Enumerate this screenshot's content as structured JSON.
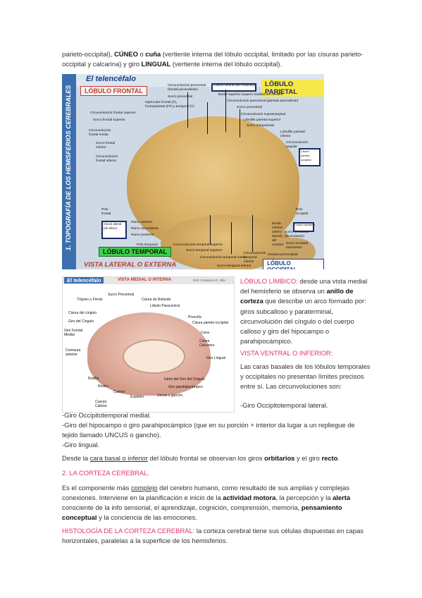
{
  "intro": {
    "t1": "parieto-occipital), ",
    "b1": "CÚNEO",
    "t2": " o ",
    "b2": "cuña",
    "t3": " (vertiente interna del lóbulo occipital, limitado por las cisuras parieto-occipital y calcarina) y giro ",
    "b3": "LINGUAL",
    "t4": " (vertiente interna del lóbulo occipital)."
  },
  "figure1": {
    "header": "El telencéfalo",
    "side_title": "1. TOPOGRAFÍA DE LOS HEMISFERIOS CEREBRALES",
    "frontal": "LÓBULO FRONTAL",
    "parietal": "LÓBULO PARIETAL",
    "temporal": "LÓBULO TEMPORAL",
    "occipital": "LÓBULO OCCIPITAL",
    "view": "VISTA LATERAL O EXTERNA",
    "labels": {
      "a": "Circunvolución precentral (frontal ascendente)",
      "b": "Cisura central (de Rolando)",
      "c": "Borde superior (supero medial) del cerebro",
      "d": "Circunvolución poscentral (parietal ascendente)",
      "e": "Surco precentral",
      "f": "Surco poscentral",
      "g": "Opérculos frontal (F), frontoparietal (FP) y temporal (T)",
      "h": "Circunvolución frontal superior",
      "i": "Surco frontal superior",
      "j": "Circunvolución supramarginal",
      "k": "Lobulillo parietal superior",
      "l": "Surco intraparietal",
      "m": "Circunvolución frontal media",
      "n": "Surco frontal inferior",
      "o": "Circunvolución frontal inferior",
      "p": "Lobulillo parietal inferior",
      "q": "Circunvolución angular",
      "r": "Cisura parieto-occipital",
      "s": "Polo frontal",
      "t": "Ramo anterior",
      "u": "Ramo ascendente",
      "v": "Ramo posterior",
      "w": "Cisura lateral (de Silvio)",
      "x": "Polo temporal",
      "y": "Circunvolución temporal superior",
      "z": "Surco temporal superior",
      "aa": "Circunvolución temporal media",
      "bb": "Surco temporal inferior",
      "cc": "Circunvolución temporal inferior",
      "dd": "Incisura preoccipital",
      "ee": "Polo occipital",
      "ff": "Surco semilunar (inconstante)",
      "gg": "Surco occipital transverso",
      "hh": "Borde inferior (infero-lateral) del cerebro",
      "ii": "Cisura calcarina"
    }
  },
  "figure2": {
    "header": "El telencéfalo",
    "view": "VISTA MEDIAL O INTERNA",
    "credit": "Prof. Francisco D. Villa",
    "labels": {
      "a": "Surco Precentral",
      "b": "Cisura de Rolando",
      "c": "Trígono o Fórnix",
      "d": "Lóbulo Paracentral",
      "e": "Cisura del cíngulo",
      "f": "Precuña",
      "g": "Giro del Cíngulo",
      "h": "Cisura parieto-occipital",
      "i": "Giro Frontal Medial",
      "j": "Cuna",
      "k": "Comisura anterior",
      "l": "Cisura Calcarina",
      "m": "Giro Lingual",
      "n": "Rodilla",
      "o": "Istmo del Giro del Cíngulo",
      "p": "Rostro",
      "q": "Giro parahipocámpico",
      "r": "Cuerpo",
      "s": "Esplenio",
      "t": "Uncus o gancho",
      "u": "Cuerpo Calloso"
    }
  },
  "right": {
    "p1_title": "LÓBULO LÍMBICO:",
    "p1_a": " desde una vista medial del hemisferio se observa un ",
    "p1_b": "anillo de corteza",
    "p1_c": " que describe un arco formado por: giros subcalloso y paraterminal, circunvolución del cíngulo o del cuerpo calloso y giro del hipocampo o parahipocámpico.",
    "p2_title": "VISTA VENTRAL O INFERIOR:",
    "p3": "Las caras basales de los lóbulos temporales y occipitales no presentan límites precisos entre sí. Las circunvoluciones son:",
    "p4": "-Giro Occipitotemporal lateral."
  },
  "list": {
    "l1": "-Giro Occipitotemporal medial.",
    "l2": "-Giro del hipocampo o giro parahipocámpico (que en su porción + interior da lugar a un repliegue de tejido llamado UNCUS o gancho).",
    "l3": "-Giro lingual."
  },
  "ventral": {
    "t1": "Desde la ",
    "u1": "cara basal o inferior",
    "t2": " del lóbulo frontal se observan los giros ",
    "b1": "orbitarios",
    "t3": " y el giro ",
    "b2": "recto",
    "t4": "."
  },
  "section2": {
    "title": "2. LA CORTEZA CEREBRAL."
  },
  "corteza": {
    "t1": "Es el componente más ",
    "u1": "complejo",
    "t2": " del cerebro humano, como resultado de sus amplias y complejas conexiones. Interviene en la planificación e inicio de la ",
    "b1": "actividad motora",
    "t3": ", la percepción y la ",
    "b2": "alerta",
    "t4": " consciente de la info sensorial, el aprendizaje, cognición, comprensión, memoria, ",
    "b3": "pensamiento conceptual",
    "t5": " y la conciencia de las emociones."
  },
  "histologia": {
    "title": "HISTOLOGÍA DE LA CORTEZA CEREBRAL:",
    "text": " la corteza cerebral tiene sus células dispuestas en capas horizontales, paralelas a la superficie de los hemisferios."
  }
}
